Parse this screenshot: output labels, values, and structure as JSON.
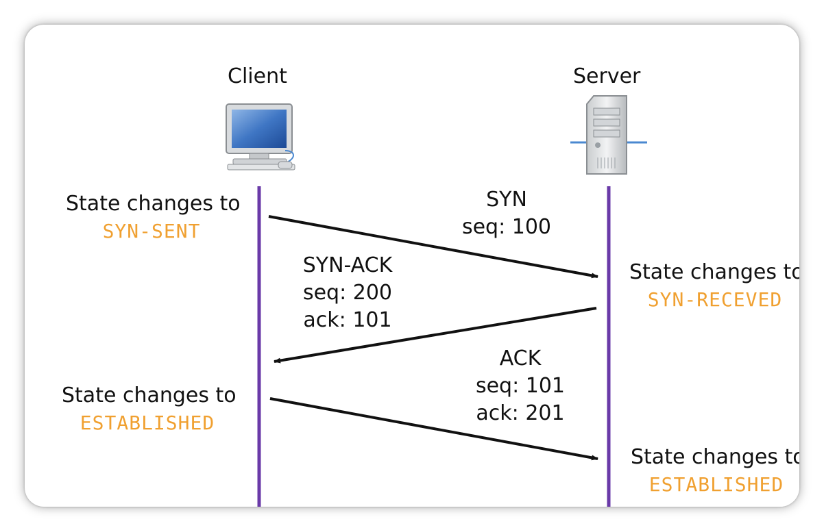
{
  "participants": {
    "client": {
      "label": "Client",
      "icon": "desktop-computer-icon"
    },
    "server": {
      "label": "Server",
      "icon": "server-tower-icon"
    }
  },
  "states": {
    "client_1": {
      "prefix": "State changes to",
      "value": "SYN-SENT"
    },
    "server_1": {
      "prefix": "State changes to",
      "value": "SYN-RECEVED"
    },
    "client_2": {
      "prefix": "State changes to",
      "value": "ESTABLISHED"
    },
    "server_2": {
      "prefix": "State changes to",
      "value": "ESTABLISHED"
    }
  },
  "messages": {
    "syn": {
      "name": "SYN",
      "seq": "seq: 100"
    },
    "syn_ack": {
      "name": "SYN-ACK",
      "seq": "seq: 200",
      "ack": "ack: 101"
    },
    "ack": {
      "name": "ACK",
      "seq": "seq: 101",
      "ack": "ack: 201"
    }
  },
  "colors": {
    "lifeline": "#6a3aa8",
    "state_value": "#f0a030",
    "arrow": "#111111"
  }
}
